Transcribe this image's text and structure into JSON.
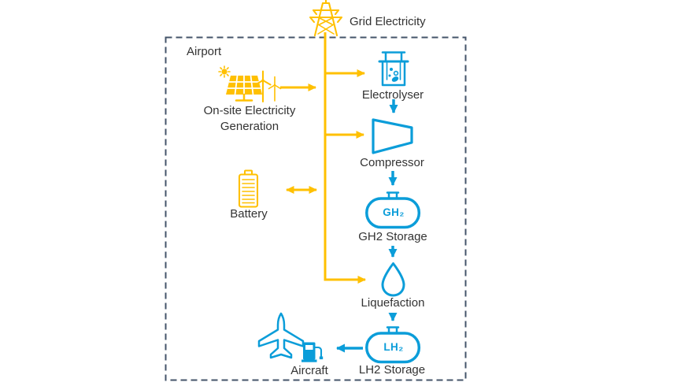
{
  "labels": {
    "grid_electricity": "Grid Electricity",
    "airport": "Airport",
    "onsite_generation": "On-site Electricity Generation",
    "battery": "Battery",
    "electrolyser": "Electrolyser",
    "compressor": "Compressor",
    "gh2_storage": "GH2 Storage",
    "liquefaction": "Liquefaction",
    "lh2_storage": "LH2 Storage",
    "aircraft": "Aircraft",
    "gh2_tank_text": "GH₂",
    "lh2_tank_text": "LH₂"
  },
  "icons": {
    "grid": "transmission-tower-icon",
    "onsite": "sun-solar-panel-wind-turbine-icon",
    "battery": "battery-icon",
    "electrolyser": "electrolysis-cell-icon",
    "compressor": "compressor-trapezoid-icon",
    "gh2_storage": "gas-tank-capsule-icon",
    "liquefaction": "droplet-icon",
    "lh2_storage": "liquid-tank-capsule-icon",
    "aircraft": "airplane-icon",
    "refuelling": "fuel-pump-icon"
  },
  "colors": {
    "power_flow": "#FFC000",
    "hydrogen_flow": "#0B9DD9",
    "boundary": "#44546A",
    "text": "#333333",
    "background": "#FFFFFF"
  }
}
